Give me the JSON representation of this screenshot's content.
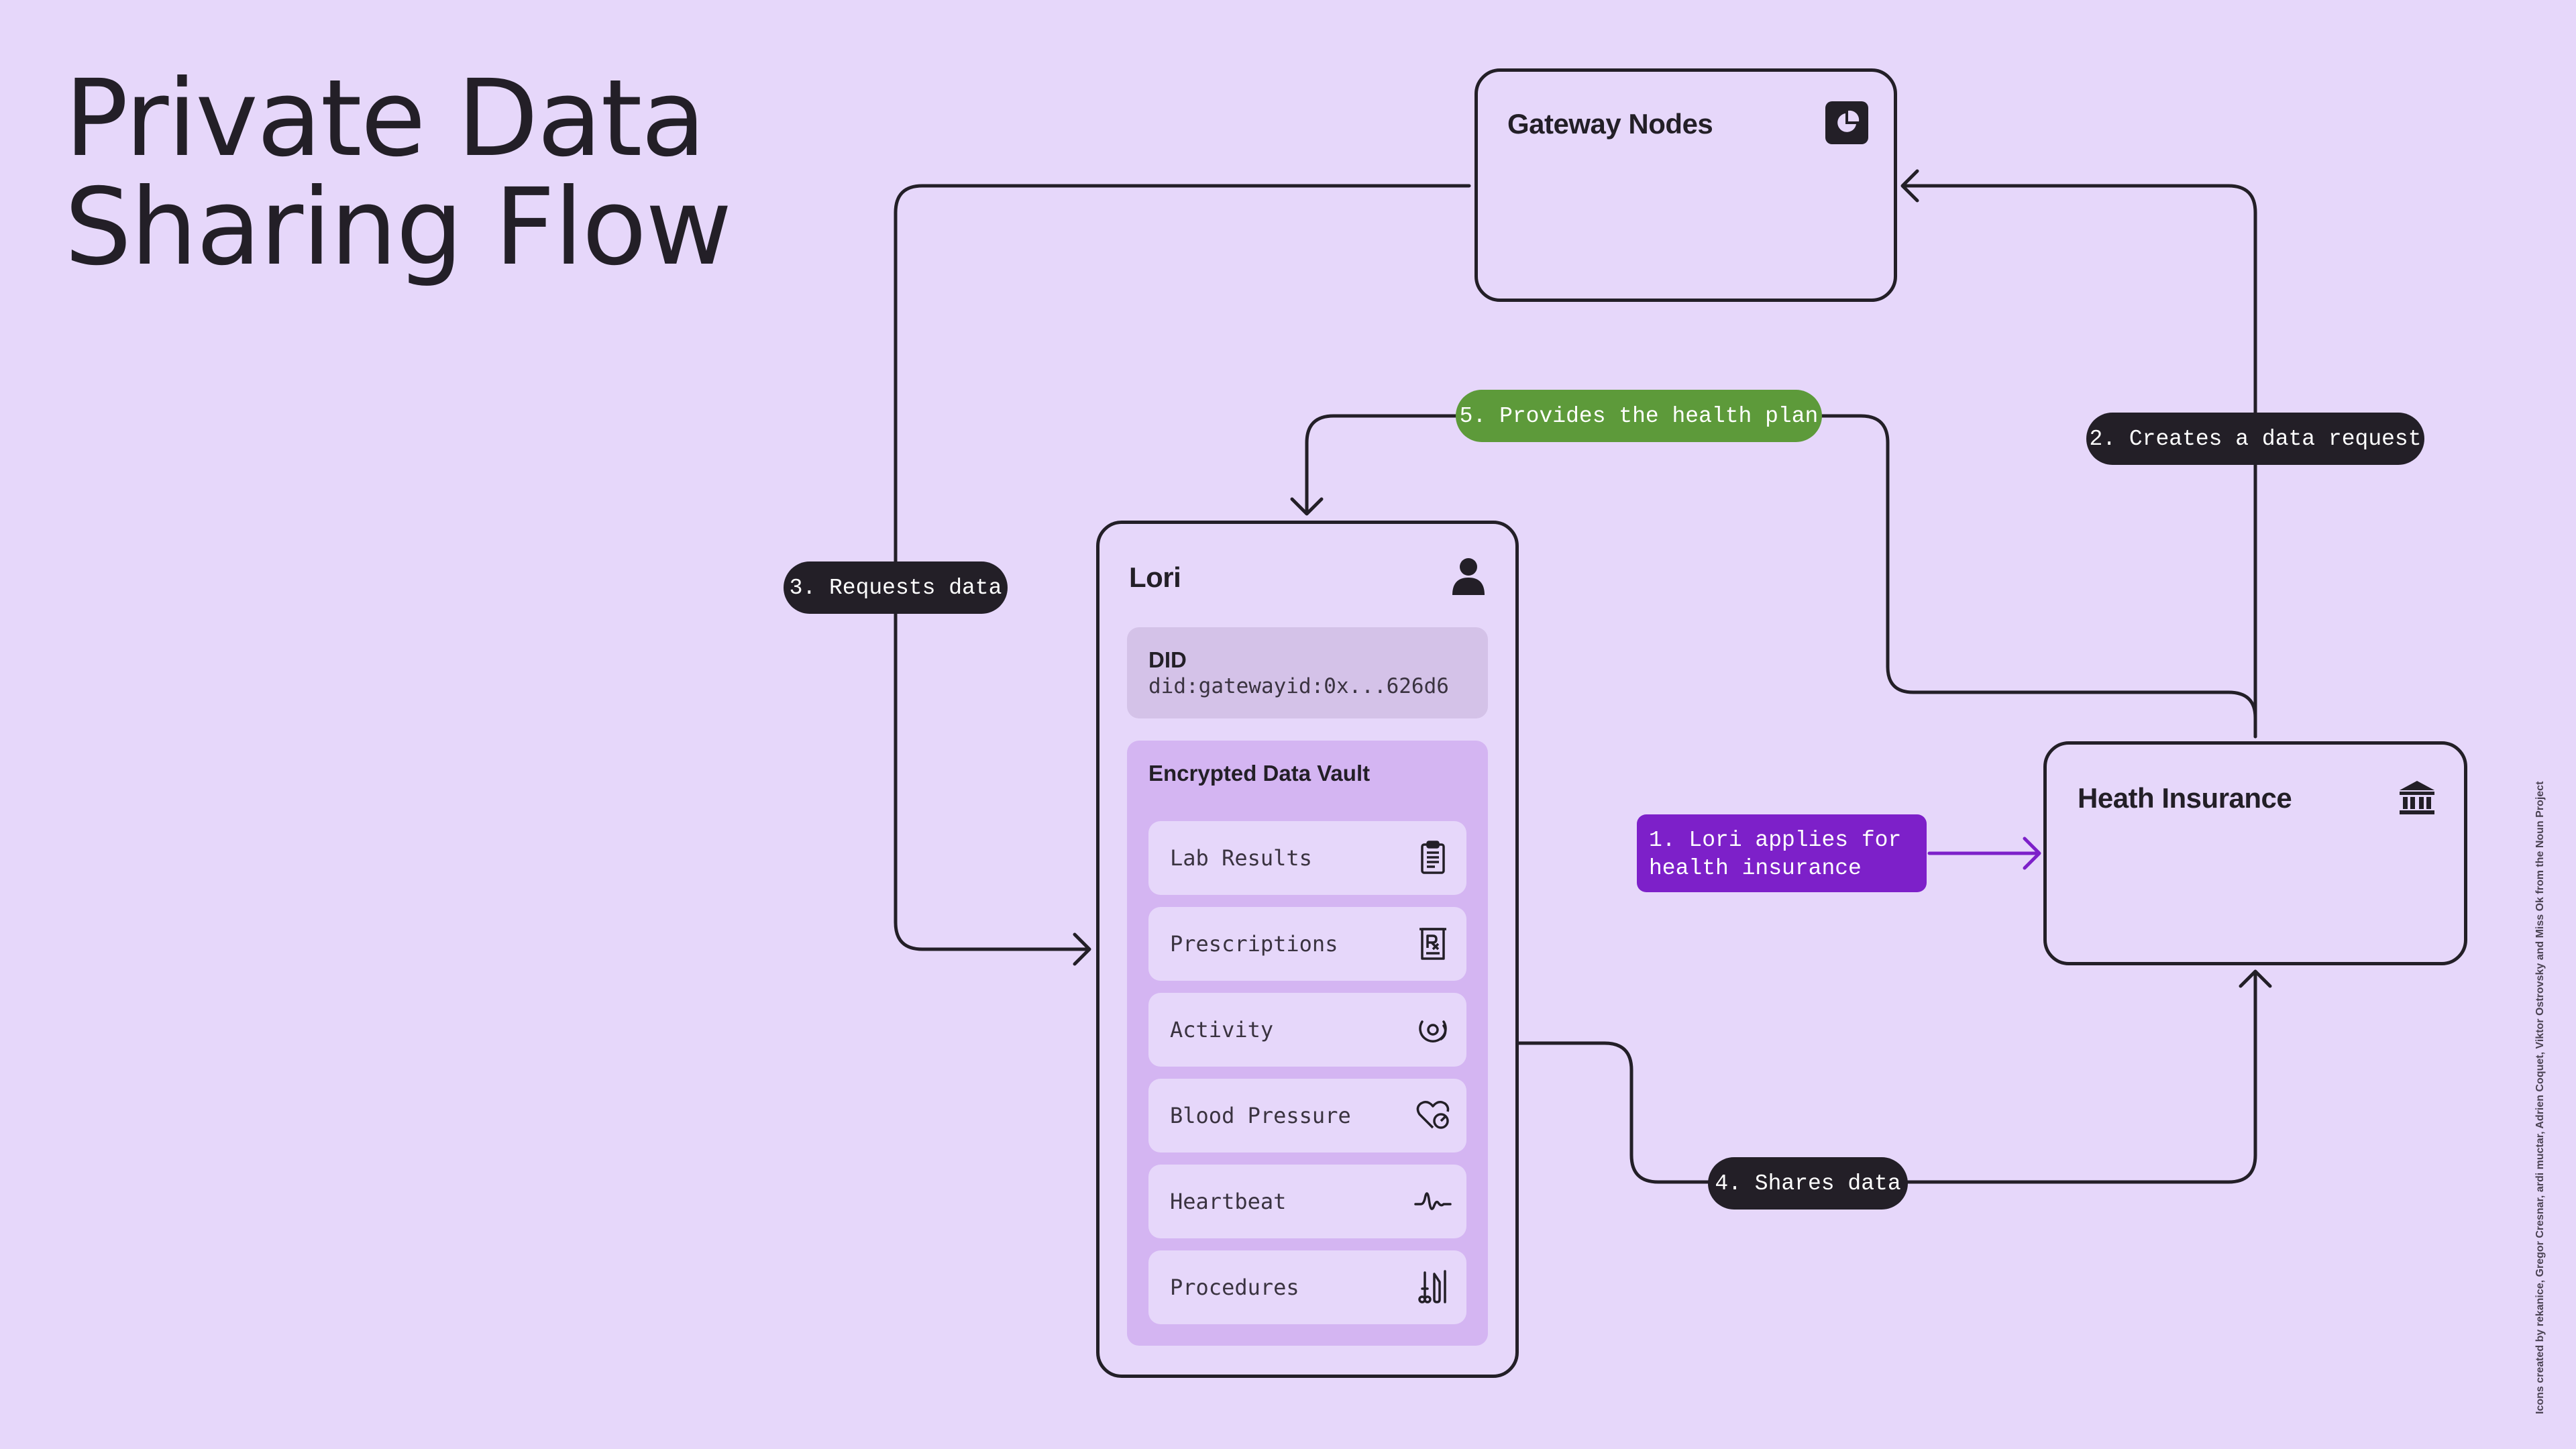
{
  "title": {
    "line1": "Private Data",
    "line2": "Sharing Flow"
  },
  "nodes": {
    "gateway": {
      "title": "Gateway Nodes",
      "icon": "gateway-node-icon"
    },
    "insurance": {
      "title": "Heath Insurance",
      "icon": "bank-icon"
    },
    "lori": {
      "title": "Lori",
      "icon": "user-icon",
      "did": {
        "label": "DID",
        "value": "did:gatewayid:0x...626d6"
      },
      "vault": {
        "title": "Encrypted Data Vault",
        "items": [
          {
            "label": "Lab Results",
            "icon": "clipboard-icon"
          },
          {
            "label": "Prescriptions",
            "icon": "prescription-icon"
          },
          {
            "label": "Activity",
            "icon": "activity-icon"
          },
          {
            "label": "Blood Pressure",
            "icon": "heart-pressure-icon"
          },
          {
            "label": "Heartbeat",
            "icon": "heartbeat-wave-icon"
          },
          {
            "label": "Procedures",
            "icon": "surgical-tools-icon"
          }
        ]
      }
    }
  },
  "steps": {
    "s1": {
      "line1": "1. Lori applies for",
      "line2": "health insurance"
    },
    "s2": "2. Creates a data request",
    "s3": "3. Requests data",
    "s4": "4. Shares data",
    "s5": "5. Provides the health plan"
  },
  "colors": {
    "background": "#e6d7fa",
    "ink": "#231f27",
    "step_dark": "#231f27",
    "step_green": "#5d9a3a",
    "step_purple": "#7d20c9",
    "vault": "#d4b5f2",
    "did_box": "#d4c2e8"
  },
  "credits": "Icons created by rekanice, Gregor Cresnar, ardi muctar, Adrien Coquet, Viktor Ostrovsky and Miss Ok from the Noun Project"
}
